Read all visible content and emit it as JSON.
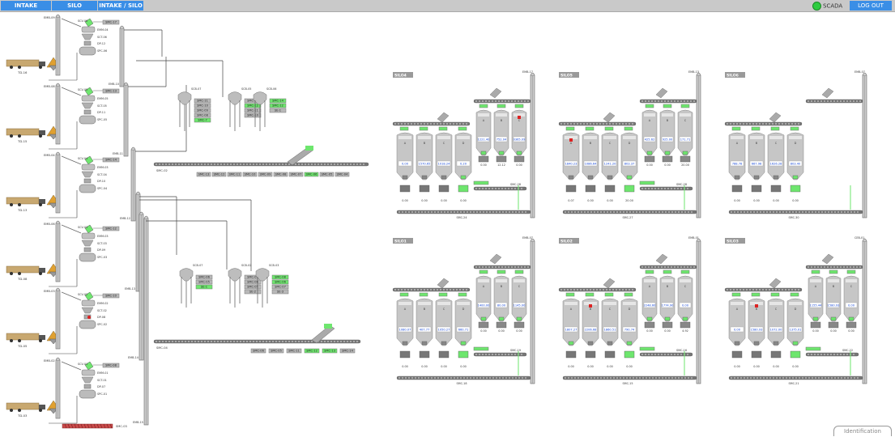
{
  "tabs": [
    {
      "label": "INTAKE"
    },
    {
      "label": "SILO"
    },
    {
      "label": "INTAKE / SILO"
    }
  ],
  "status": {
    "label": "SCADA",
    "color": "#2ecc40"
  },
  "logout_label": "LOG OUT",
  "identification_label": "Identification",
  "intake": {
    "lines": [
      {
        "truck": "TD-16",
        "elevator": "EMB-09",
        "cleaner": "SCV-06",
        "boxes": [
          "SMC-17",
          "EMM-04",
          "SCT-06",
          "DP-12",
          "SPC-06"
        ]
      },
      {
        "truck": "TD-15",
        "elevator": "EMB-08",
        "cleaner": "SCV-05",
        "boxes": [
          "SMC-13",
          "EMM-05",
          "SCT-05",
          "DP-11",
          "SPC-05"
        ]
      },
      {
        "truck": "TD-13",
        "elevator": "EMB-04",
        "cleaner": "SCV-04",
        "boxes": [
          "SMC-14",
          "EMM-03",
          "SCT-04",
          "DP-10",
          "SPC-04"
        ]
      },
      {
        "truck": "TD-08",
        "elevator": "EMB-06",
        "cleaner": "SCV-03",
        "boxes": [
          "SMC-12",
          "EMM-03",
          "SCT-03",
          "DP-09",
          "SPC-03"
        ]
      },
      {
        "truck": "TD-05",
        "elevator": "EMB-03",
        "cleaner": "SCV-02",
        "boxes": [
          "SMC-10",
          "EMM-02",
          "SCT-02",
          "DP-08",
          "SPC-02"
        ]
      },
      {
        "truck": "TD-03",
        "elevator": "EMB-02",
        "cleaner": "SCV-01",
        "boxes": [
          "SMC-08",
          "EMM-01",
          "SCT-01",
          "DP-07",
          "SPC-01"
        ]
      }
    ],
    "bottom_conveyor": "SMC-03",
    "elevators_right": [
      "EMB-10",
      "EMB-11",
      "EMB-12",
      "EMB-13",
      "EMB-14",
      "EMB-15"
    ],
    "scales_top": [
      {
        "name": "SCB-07",
        "boxes": [
          "SMC-11",
          "SMC-10",
          "SMC-09",
          "SMC-08",
          "SMC-7"
        ]
      },
      {
        "name": "SCB-05",
        "boxes": [
          "SMC-13",
          "SMC-12",
          "SMC-11",
          "SMC-10"
        ]
      },
      {
        "name": "SCB-06",
        "boxes": [
          "SMC-14",
          "SMC-12",
          "SE-1"
        ]
      }
    ],
    "scales_bottom": [
      {
        "name": "SCB-07",
        "boxes": [
          "SMC-06",
          "SMC-05",
          "SE-1"
        ]
      },
      {
        "name": "SCB-02",
        "boxes": [
          "SMC-07",
          "SMC-06",
          "SMC-05",
          "SE-2"
        ]
      },
      {
        "name": "SCB-03",
        "boxes": [
          "SMC-08",
          "SMC-06",
          "SMC-07",
          "SE-3"
        ]
      }
    ],
    "conveyor_top": {
      "name": "SMC-02",
      "gates": [
        "SMC-13",
        "SMC-12",
        "SMC-11",
        "SMC-10",
        "SMC-09",
        "SMC-08",
        "SMC-07",
        "SMC-06",
        "SMC-05",
        "SMC-04"
      ]
    },
    "conveyor_bottom": {
      "name": "SMC-04",
      "gates": [
        "SMC-06",
        "SMC-05",
        "SMC-11",
        "SMC-12",
        "SMC-13",
        "SMC-14"
      ]
    }
  },
  "silos": [
    {
      "title": "SILO4",
      "top_silos": [
        {
          "label": "A",
          "value": "1221.40"
        },
        {
          "label": "B",
          "value": "752.04"
        },
        {
          "label": "C",
          "value": "0365.09"
        }
      ],
      "bottom_silos": [
        {
          "label": "A",
          "value": "0.00"
        },
        {
          "label": "B",
          "value": "1570.65"
        },
        {
          "label": "C",
          "value": "1018.24"
        },
        {
          "label": "D",
          "value": "0.20"
        }
      ],
      "readings_top": [
        "0.00",
        "12.12",
        "0.00"
      ],
      "readings_bottom": [
        "0.00",
        "0.00",
        "0.00",
        "0.00"
      ],
      "conveyor_upper": "SMC-28",
      "conveyor_lower": "SMC-24",
      "elevator": "EMB-17"
    },
    {
      "title": "SILO5",
      "top_silos": [
        {
          "label": "A",
          "value": "425.62"
        },
        {
          "label": "B",
          "value": "925.00"
        },
        {
          "label": "C",
          "value": "171.71"
        }
      ],
      "bottom_silos": [
        {
          "label": "A",
          "value": "1840.23"
        },
        {
          "label": "B",
          "value": "1086.64"
        },
        {
          "label": "C",
          "value": "1241.20"
        },
        {
          "label": "D",
          "value": "803.37"
        }
      ],
      "readings_top": [
        "0.00",
        "0.00",
        "20.00"
      ],
      "readings_bottom": [
        "0.07",
        "0.00",
        "0.00",
        "20.00"
      ],
      "conveyor_upper": "SMC-28",
      "conveyor_lower": "SMC-27",
      "elevator": "EMB-13"
    },
    {
      "title": "SILO6",
      "top_silos": [],
      "bottom_silos": [
        {
          "label": "A",
          "value": "788.78"
        },
        {
          "label": "B",
          "value": "667.98"
        },
        {
          "label": "C",
          "value": "1626.28"
        },
        {
          "label": "D",
          "value": "803.40"
        }
      ],
      "readings_top": [],
      "readings_bottom": [
        "0.00",
        "0.00",
        "0.00",
        "0.00"
      ],
      "conveyor_upper": "",
      "conveyor_lower": "SMC-30",
      "elevator": "EMB-07"
    },
    {
      "title": "SILO1",
      "top_silos": [
        {
          "label": "A",
          "value": "1400.00"
        },
        {
          "label": "B",
          "value": "80.00"
        },
        {
          "label": "C",
          "value": "1145.00"
        }
      ],
      "bottom_silos": [
        {
          "label": "A",
          "value": "1080.07"
        },
        {
          "label": "B",
          "value": "407.77"
        },
        {
          "label": "C",
          "value": "1050.27"
        },
        {
          "label": "D",
          "value": "660.71"
        }
      ],
      "readings_top": [
        "0.00",
        "0.00",
        "0.00"
      ],
      "readings_bottom": [
        "0.00",
        "0.00",
        "0.00",
        "0.00"
      ],
      "conveyor_upper": "SMC-19",
      "conveyor_lower": "SMC-18",
      "elevator": "EMB-07"
    },
    {
      "title": "SILO2",
      "top_silos": [
        {
          "label": "A",
          "value": "2248.60"
        },
        {
          "label": "B",
          "value": "1774.90"
        },
        {
          "label": "C",
          "value": "0.00"
        }
      ],
      "bottom_silos": [
        {
          "label": "A",
          "value": "1807.27"
        },
        {
          "label": "B",
          "value": "2206.68"
        },
        {
          "label": "C",
          "value": "1860.51"
        },
        {
          "label": "D",
          "value": "790.74"
        }
      ],
      "readings_top": [
        "0.00",
        "0.00",
        "4.92"
      ],
      "readings_bottom": [
        "0.00",
        "0.00",
        "0.00",
        "0.00"
      ],
      "conveyor_upper": "SMC-16",
      "conveyor_lower": "SMC-15",
      "elevator": "EMB-01"
    },
    {
      "title": "SILO3",
      "top_silos": [
        {
          "label": "A",
          "value": "1155.44"
        },
        {
          "label": "B",
          "value": "1580.93"
        },
        {
          "label": "C",
          "value": "0.00"
        }
      ],
      "bottom_silos": [
        {
          "label": "A",
          "value": "0.00"
        },
        {
          "label": "B",
          "value": "1580.93"
        },
        {
          "label": "C",
          "value": "1072.00"
        },
        {
          "label": "D",
          "value": "1375.01"
        }
      ],
      "readings_top": [
        "0.00",
        "0.00",
        "0.00"
      ],
      "readings_bottom": [
        "0.00",
        "0.00",
        "0.00",
        "0.00"
      ],
      "conveyor_upper": "SMC-22",
      "conveyor_lower": "SMC-21",
      "elevator": "CEB-01"
    }
  ]
}
